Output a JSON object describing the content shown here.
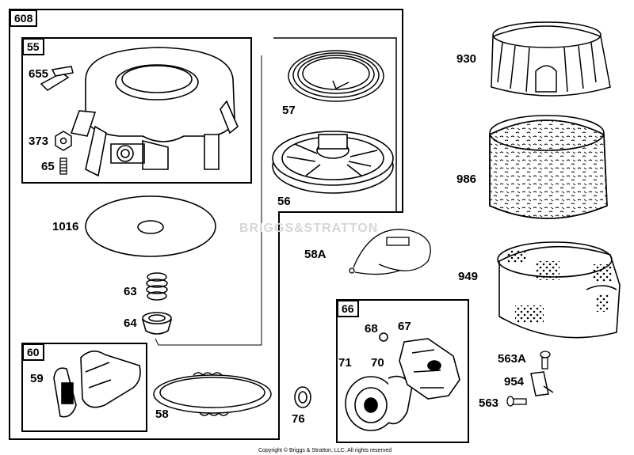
{
  "groups": {
    "g608": "608",
    "g55": "55",
    "g60": "60",
    "g66": "66"
  },
  "parts": {
    "p655": "655",
    "p373": "373",
    "p65": "65",
    "p57": "57",
    "p56": "56",
    "p930": "930",
    "p986": "986",
    "p1016": "1016",
    "p58A": "58A",
    "p949": "949",
    "p63": "63",
    "p64": "64",
    "p68": "68",
    "p67": "67",
    "p71": "71",
    "p70": "70",
    "p563A": "563A",
    "p954": "954",
    "p563": "563",
    "p59": "59",
    "p58": "58",
    "p76": "76"
  },
  "watermark": "BRIGGS&STRATTON",
  "copyright": "Copyright © Briggs & Stratton, LLC. All rights reserved"
}
